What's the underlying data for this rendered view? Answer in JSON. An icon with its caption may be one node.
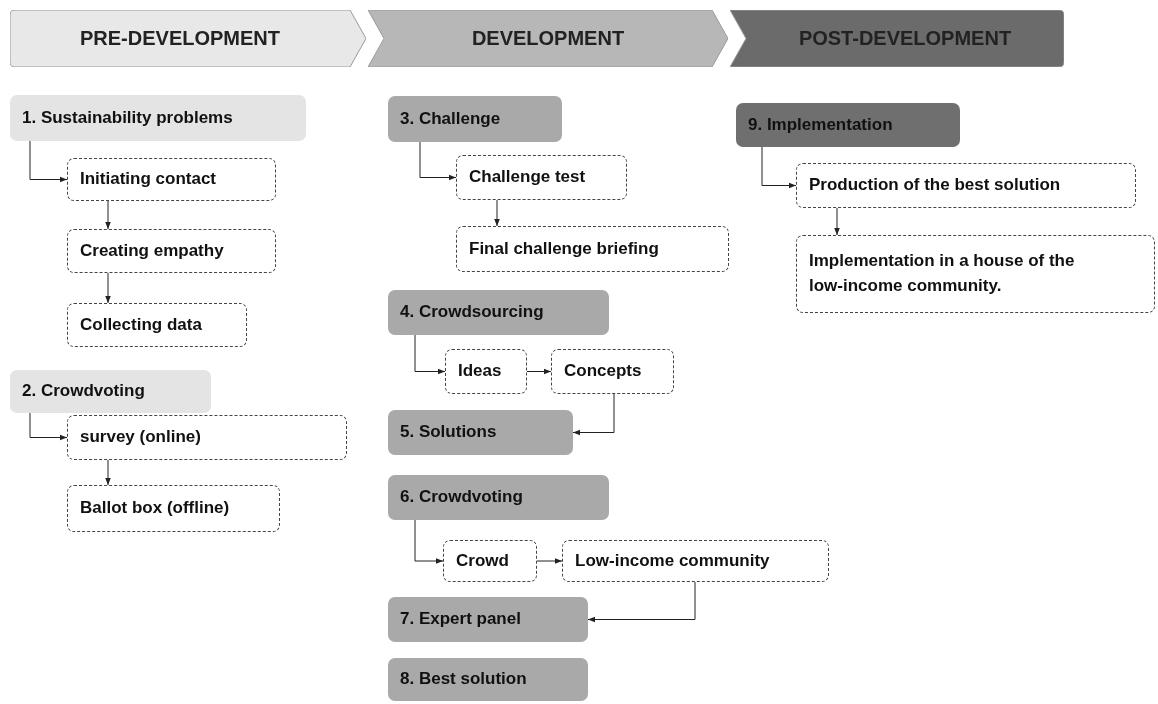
{
  "diagram": {
    "nodes": [
      {
        "text": [
          "PRE-DEVELOPMENT"
        ]
      },
      {
        "text": [
          "DEVELOPMENT"
        ]
      },
      {
        "text": [
          "POST-DEVELOPMENT"
        ]
      },
      {
        "text": [
          "1. Sustainability problems"
        ]
      },
      {
        "text": [
          "Initiating contact"
        ]
      },
      {
        "text": [
          "Creating empathy"
        ]
      },
      {
        "text": [
          "Collecting data"
        ]
      },
      {
        "text": [
          "2. Crowdvoting"
        ]
      },
      {
        "text": [
          "survey (online)"
        ]
      },
      {
        "text": [
          "Ballot box (offline)"
        ]
      },
      {
        "text": [
          "3. Challenge"
        ]
      },
      {
        "text": [
          "Challenge test"
        ]
      },
      {
        "text": [
          "Final challenge briefing"
        ]
      },
      {
        "text": [
          "4. Crowdsourcing"
        ]
      },
      {
        "text": [
          "Ideas"
        ]
      },
      {
        "text": [
          "Concepts"
        ]
      },
      {
        "text": [
          "5. Solutions"
        ]
      },
      {
        "text": [
          "6. Crowdvoting"
        ]
      },
      {
        "text": [
          "Crowd"
        ]
      },
      {
        "text": [
          "Low-income community"
        ]
      },
      {
        "text": [
          "7. Expert panel"
        ]
      },
      {
        "text": [
          "8. Best solution"
        ]
      },
      {
        "text": [
          "9. Implementation"
        ]
      },
      {
        "text": [
          "Production of the best solution"
        ]
      },
      {
        "text": [
          "Implementation in a house of the low-income community."
        ]
      }
    ],
    "edges": [
      {
        "from": 3,
        "to": 4,
        "arrow": "to"
      },
      {
        "from": 4,
        "to": 5,
        "arrow": "to"
      },
      {
        "from": 5,
        "to": 6,
        "arrow": "to"
      },
      {
        "from": 7,
        "to": 8,
        "arrow": "to"
      },
      {
        "from": 8,
        "to": 9,
        "arrow": "to"
      },
      {
        "from": 10,
        "to": 11,
        "arrow": "to"
      },
      {
        "from": 11,
        "to": 12,
        "arrow": "to"
      },
      {
        "from": 13,
        "to": 14,
        "arrow": "to"
      },
      {
        "from": 14,
        "to": 15,
        "arrow": "to"
      },
      {
        "from": 15,
        "to": 16,
        "arrow": "to"
      },
      {
        "from": 17,
        "to": 18,
        "arrow": "to"
      },
      {
        "from": 18,
        "to": 19,
        "arrow": "to"
      },
      {
        "from": 19,
        "to": 20,
        "arrow": "to"
      },
      {
        "from": 22,
        "to": 23,
        "arrow": "to"
      },
      {
        "from": 23,
        "to": 24,
        "arrow": "to"
      }
    ]
  }
}
